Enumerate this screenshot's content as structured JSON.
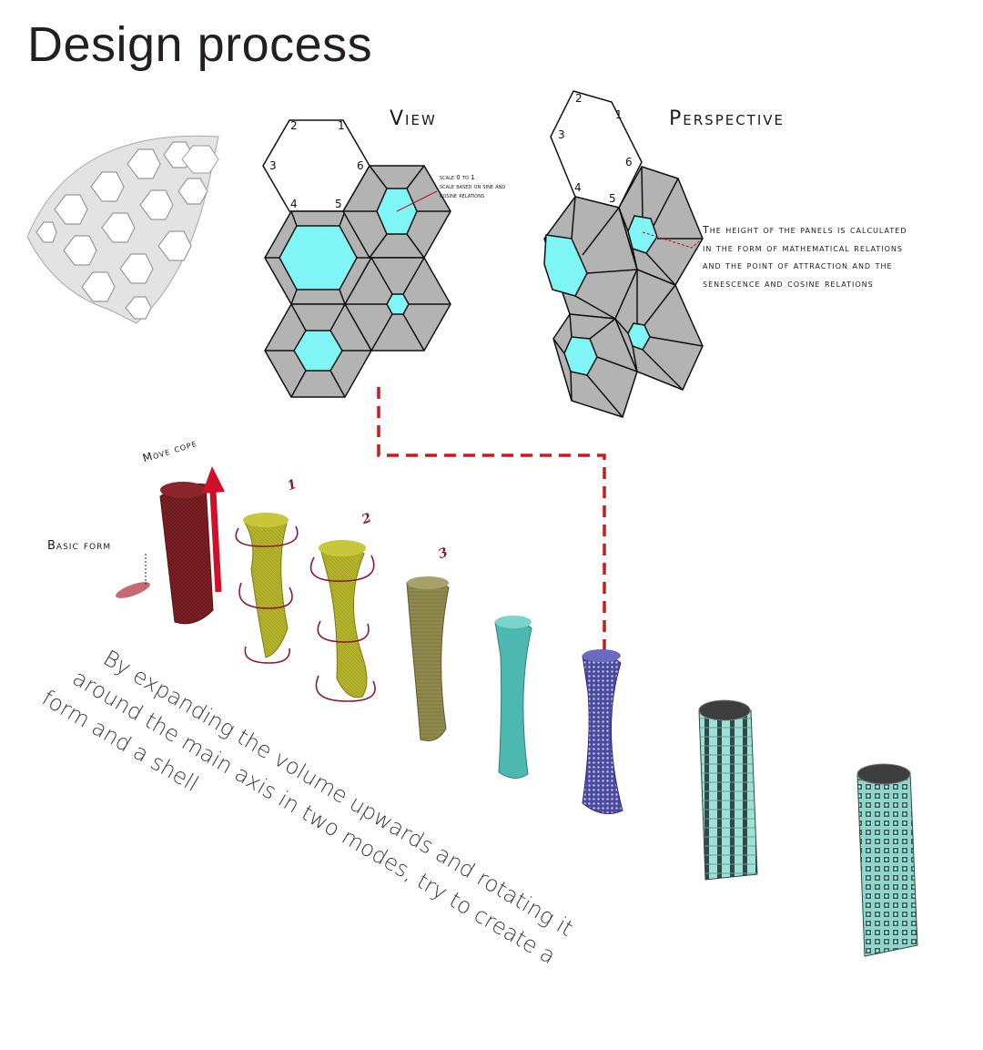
{
  "title": "Design process",
  "labels": {
    "view": "View",
    "perspective": "Perspective",
    "scale_line1": "scale 0 to 1",
    "scale_line2": "scale based on sine and",
    "scale_line3": "cosine relations",
    "desc_line1": "The height of the panels is calculated",
    "desc_line2": "in the form of mathematical relations",
    "desc_line3": "and the point of attraction and the",
    "desc_line4": "senescence and cosine relations",
    "basic_form": "Basic form",
    "move_cope": "Move cope",
    "step1": "1",
    "step2": "2",
    "step3": "3",
    "vertex_numbers": [
      "1",
      "2",
      "3",
      "4",
      "5",
      "6"
    ]
  },
  "caption": {
    "line1": "By expanding the volume upwards and rotating it",
    "line2": "around the main axis in two modes, try to create a",
    "line3": "form and a shell"
  },
  "colors": {
    "panel_grey": "#b3b3b3",
    "opening_cyan": "#7ff5f5",
    "basic_form": "#7a1f24",
    "twist_olive": "#b4b22a",
    "shell_olive": "#8f8a4e",
    "shell_teal": "#4db8b0",
    "shell_purple": "#4a4a9e",
    "arrow_red": "#d0102a",
    "dashed_red": "#cc1a1a",
    "rotation_arc": "#8b1a3a"
  }
}
